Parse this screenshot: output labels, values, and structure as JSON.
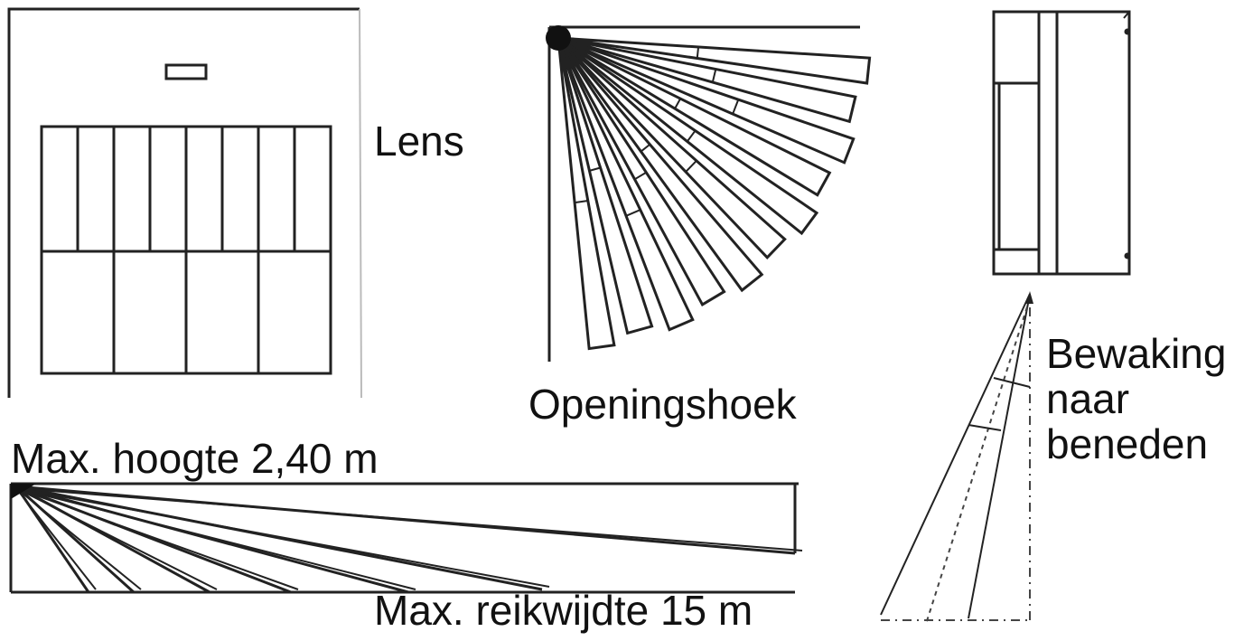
{
  "labels": {
    "lens": "Lens",
    "opening_angle": "Openingshoek",
    "max_height": "Max. hoogte 2,40 m",
    "max_range": "Max. reikwijdte 15 m",
    "downward_line1": "Bewaking",
    "downward_line2": "naar",
    "downward_line3": "beneden"
  },
  "colors": {
    "line": "#222222",
    "text": "#111111"
  }
}
